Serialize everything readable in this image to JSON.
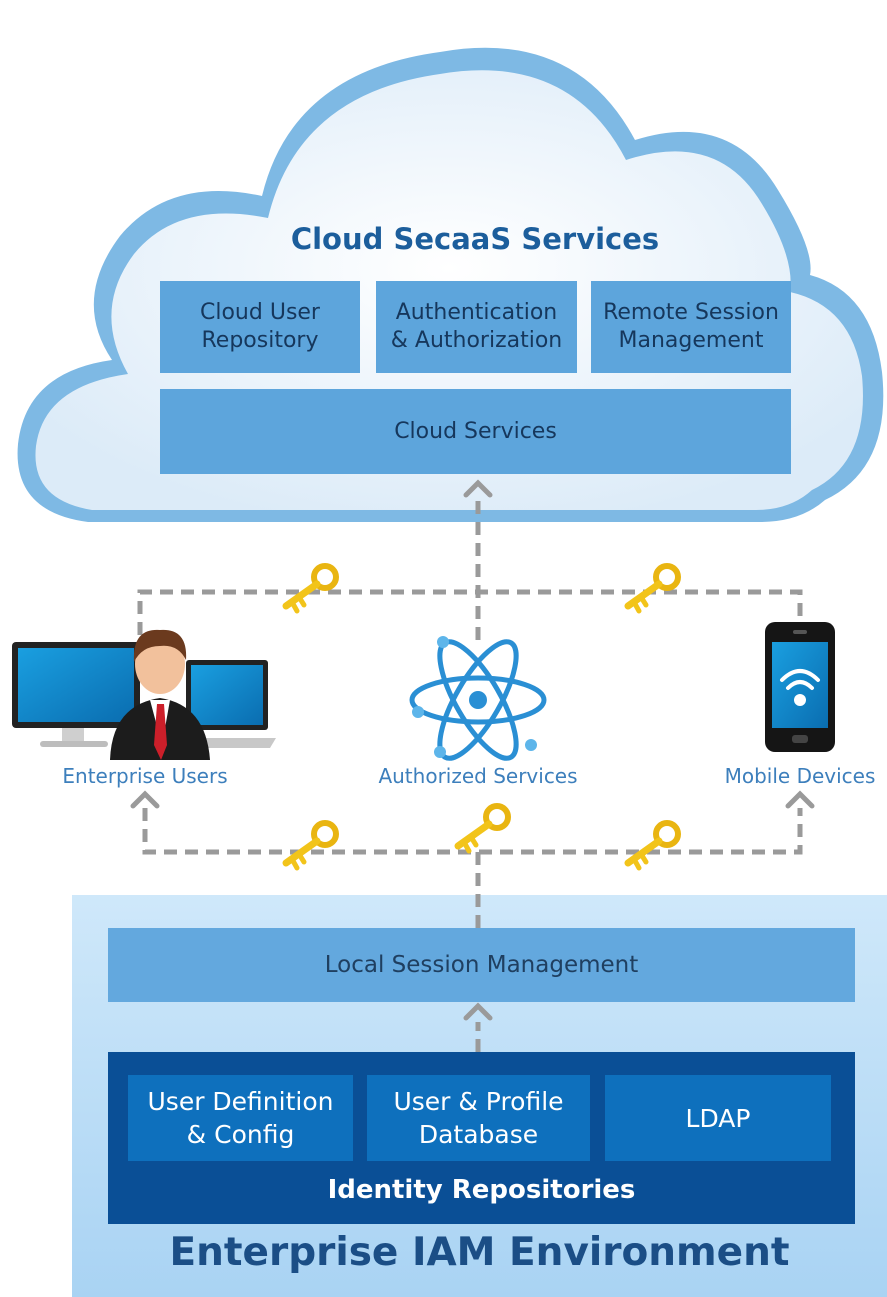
{
  "cloud": {
    "title": "Cloud SecaaS Services",
    "boxes": [
      "Cloud User\nRepository",
      "Authentication\n& Authorization",
      "Remote Session\nManagement"
    ],
    "services": "Cloud Services"
  },
  "nodes": {
    "enterprise_users": "Enterprise Users",
    "authorized_services": "Authorized Services",
    "mobile_devices": "Mobile Devices"
  },
  "enterprise": {
    "local_session": "Local Session Management",
    "repos": [
      "User Definition\n& Config",
      "User & Profile\nDatabase",
      "LDAP"
    ],
    "repos_title": "Identity Repositories",
    "environment": "Enterprise IAM Environment"
  },
  "colors": {
    "cloud_fill": "#e3f1fc",
    "cloud_border": "#7eb9e4",
    "cloud_box": "#5da5dc",
    "enterprise_bg": "#c3e2f8",
    "repo_panel": "#0a4f96",
    "repo_box": "#0e70bd",
    "connector": "#9a9a9a",
    "key": "#f2c41a"
  },
  "icons": [
    "key-icon",
    "atom-icon",
    "smartphone-icon",
    "wifi-icon",
    "monitor-icon",
    "laptop-icon",
    "businessman-icon"
  ]
}
